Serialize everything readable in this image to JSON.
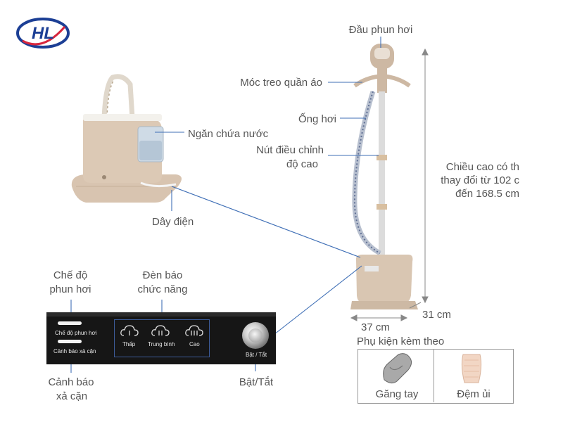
{
  "logo": {
    "text": "HL",
    "color": "#1c3f95",
    "accent": "#d7263d"
  },
  "labels": {
    "steam_head": "Đầu phun hơi",
    "hanger": "Móc treo quần áo",
    "steam_hose": "Ống hơi",
    "height_knob_line1": "Nút điều chỉnh",
    "height_knob_line2": "độ cao",
    "water_tank": "Ngăn chứa nước",
    "power_cord": "Dây điện",
    "height_note_line1": "Chiều cao có th",
    "height_note_line2": "thay đổi từ 102 c",
    "height_note_line3": "đến 168.5 cm",
    "depth": "31 cm",
    "width": "37 cm",
    "steam_mode_line1": "Chế độ",
    "steam_mode_line2": "phun hơi",
    "indicator_line1": "Đèn báo",
    "indicator_line2": "chức năng",
    "descale_line1": "Cảnh báo",
    "descale_line2": "xả cặn",
    "power_switch": "Bật/Tắt"
  },
  "panel": {
    "steam_mode_text": "Chế độ phun hơi",
    "descale_text": "Cảnh báo xả cặn",
    "levels": [
      "Thấp",
      "Trung bình",
      "Cao"
    ],
    "power_text": "Bật / Tắt"
  },
  "accessories": {
    "title": "Phụ kiện kèm theo",
    "items": [
      "Găng tay",
      "Đệm ủi"
    ]
  },
  "colors": {
    "body": "#d9c6b2",
    "body_dark": "#bfa891",
    "tank": "#c9d6e3",
    "pole": "#d8d8d8",
    "leader": "#3f6fb6",
    "dimension": "#888888"
  }
}
